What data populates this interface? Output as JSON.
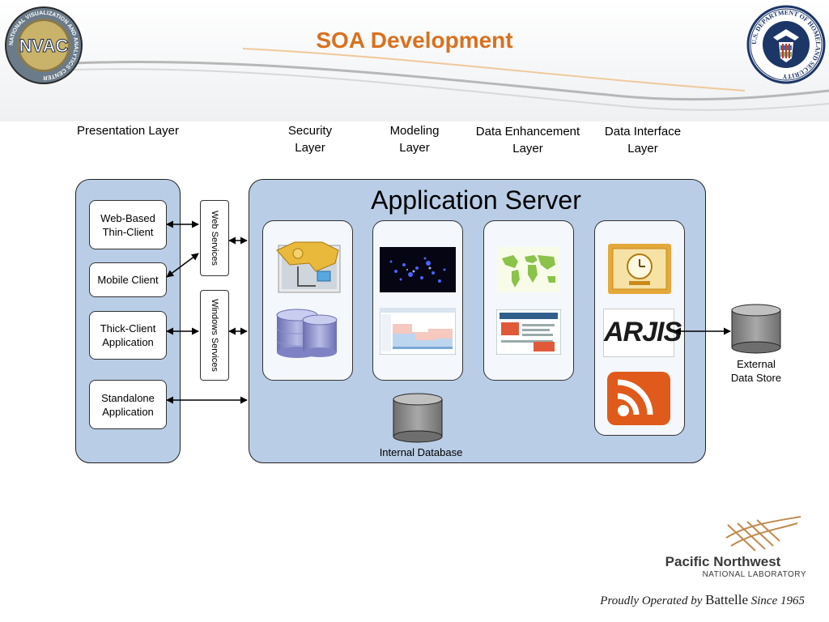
{
  "title": "SOA Development",
  "logos": {
    "nvac": {
      "center_text": "NVAC",
      "ring_text": "NATIONAL VISUALIZATION AND ANALYTICS CENTER"
    },
    "dhs": {
      "ring_text": "U.S. DEPARTMENT OF HOMELAND SECURITY"
    },
    "pnnl": {
      "line1": "Pacific Northwest",
      "line2": "NATIONAL LABORATORY"
    },
    "arjis_text": "ARJIS"
  },
  "footer": {
    "prefix": "Proudly Operated by",
    "brand": "Battelle",
    "suffix": "Since 1965"
  },
  "layers": {
    "presentation": "Presentation Layer",
    "security": [
      "Security",
      "Layer"
    ],
    "modeling": [
      "Modeling",
      "Layer"
    ],
    "enhancement": [
      "Data Enhancement",
      "Layer"
    ],
    "interface": [
      "Data Interface",
      "Layer"
    ]
  },
  "clients": {
    "web": [
      "Web-Based",
      "Thin-Client"
    ],
    "mobile": "Mobile Client",
    "thick": [
      "Thick-Client",
      "Application"
    ],
    "standalone": [
      "Standalone",
      "Application"
    ]
  },
  "services": {
    "web": "Web Services",
    "windows": "Windows Services"
  },
  "server_title": "Application Server",
  "internal_db": "Internal Database",
  "external_store": [
    "External",
    "Data Store"
  ],
  "icons": {
    "security": [
      "workflow-icon",
      "database-stack-icon"
    ],
    "modeling": [
      "scatter-visualization-icon",
      "timeline-chart-icon"
    ],
    "enhancement": [
      "world-map-icon",
      "form-document-icon"
    ],
    "interface": [
      "calendar-clock-icon",
      "arjis-logo",
      "rss-feed-icon"
    ]
  },
  "colors": {
    "title": "#d9711f",
    "panel_fill": "#b9cde6",
    "rss_orange": "#e05a1c",
    "footer_brown": "#8a5a2b"
  }
}
